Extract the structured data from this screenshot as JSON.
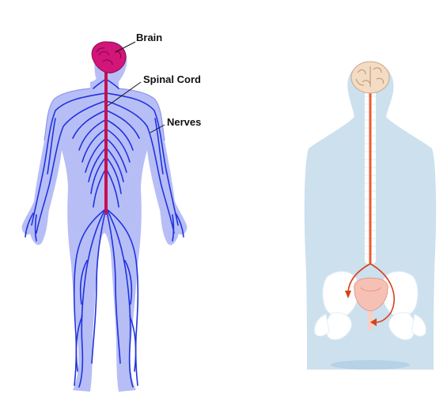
{
  "figure": {
    "labels": {
      "brain": "Brain",
      "spinal_cord": "Spinal Cord",
      "nerves": "Nerves"
    }
  },
  "colors": {
    "body_fill_left": "#b7bef6",
    "nerves": "#2032e0",
    "brain_left": "#d3157a",
    "spinal_cord_left": "#c3124f",
    "body_fill_right": "#cde0ee",
    "brain_right": "#f3dcc3",
    "spinal_cord_right": "#ea5b2d",
    "bladder": "#f6c1b4",
    "pelvis": "#ffffff"
  }
}
